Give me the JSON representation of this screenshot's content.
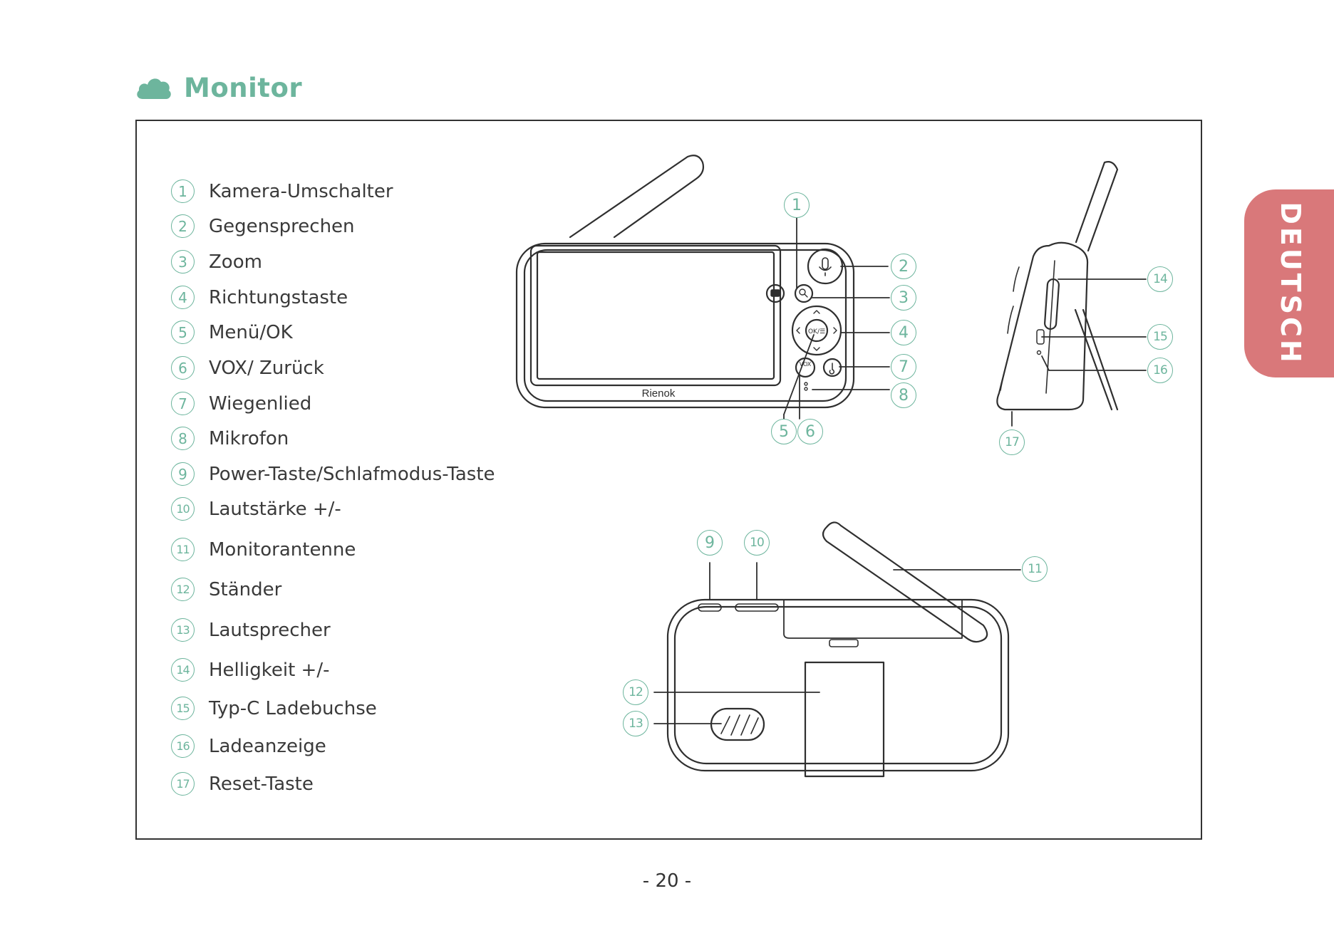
{
  "header": {
    "title": "Monitor",
    "icon": "cloud-icon",
    "accent_color": "#6db59d"
  },
  "legend": [
    {
      "num": "1",
      "label": "Kamera-Umschalter"
    },
    {
      "num": "2",
      "label": "Gegensprechen"
    },
    {
      "num": "3",
      "label": "Zoom"
    },
    {
      "num": "4",
      "label": "Richtungstaste"
    },
    {
      "num": "5",
      "label": "Menü/OK"
    },
    {
      "num": "6",
      "label": "VOX/ Zurück"
    },
    {
      "num": "7",
      "label": "Wiegenlied"
    },
    {
      "num": "8",
      "label": "Mikrofon"
    },
    {
      "num": "9",
      "label": "Power-Taste/Schlafmodus-Taste"
    },
    {
      "num": "10",
      "label": "Lautstärke +/-"
    },
    {
      "num": "11",
      "label": "Monitorantenne"
    },
    {
      "num": "12",
      "label": "Ständer"
    },
    {
      "num": "13",
      "label": "Lautsprecher"
    },
    {
      "num": "14",
      "label": "Helligkeit +/-"
    },
    {
      "num": "15",
      "label": "Typ-C Ladebuchse"
    },
    {
      "num": "16",
      "label": "Ladeanzeige"
    },
    {
      "num": "17",
      "label": "Reset-Taste"
    }
  ],
  "device": {
    "brand": "Rienok",
    "ok_label": "OK/☰",
    "vox_label": "VOX"
  },
  "side_tab": {
    "label": "DEUTSCH",
    "color": "#d9787a"
  },
  "page_number": "- 20 -"
}
